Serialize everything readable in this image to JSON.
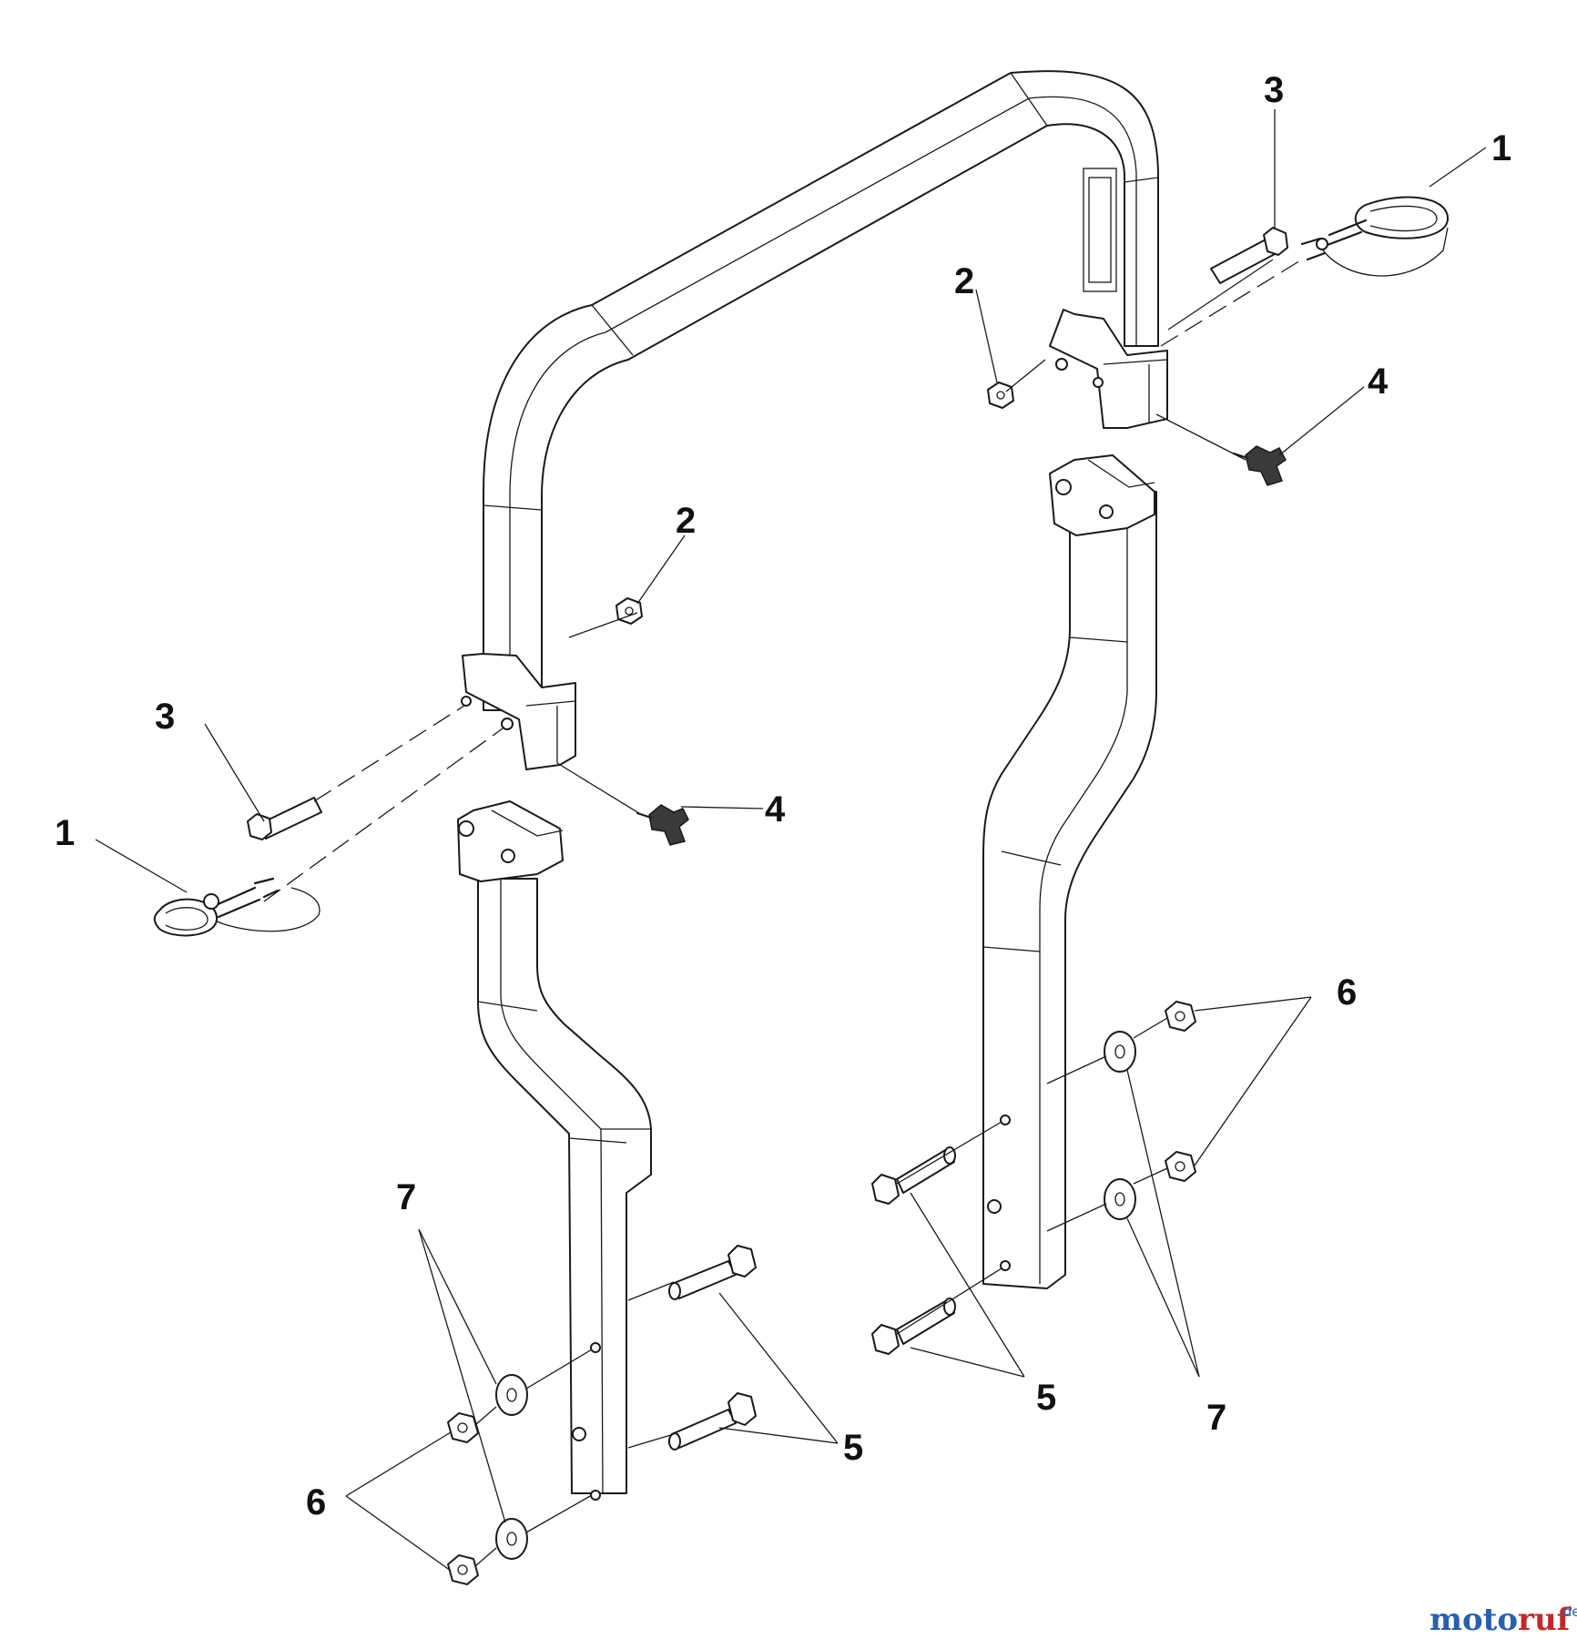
{
  "callouts": [
    {
      "id": "c1-right",
      "text": "1"
    },
    {
      "id": "c1-left",
      "text": "1"
    },
    {
      "id": "c2-right",
      "text": "2"
    },
    {
      "id": "c2-left",
      "text": "2"
    },
    {
      "id": "c3-right",
      "text": "3"
    },
    {
      "id": "c3-left",
      "text": "3"
    },
    {
      "id": "c4-right",
      "text": "4"
    },
    {
      "id": "c4-left",
      "text": "4"
    },
    {
      "id": "c5-right",
      "text": "5"
    },
    {
      "id": "c5-left",
      "text": "5"
    },
    {
      "id": "c6-right",
      "text": "6"
    },
    {
      "id": "c6-left",
      "text": "6"
    },
    {
      "id": "c7-right",
      "text": "7"
    },
    {
      "id": "c7-left",
      "text": "7"
    }
  ],
  "watermark": {
    "brand": "motoruf",
    "domain": ".de"
  },
  "colors": {
    "line": "#1a1a1a",
    "background": "#ffffff",
    "watermark_blue": "#2a5fb0",
    "watermark_red": "#c0292b"
  }
}
